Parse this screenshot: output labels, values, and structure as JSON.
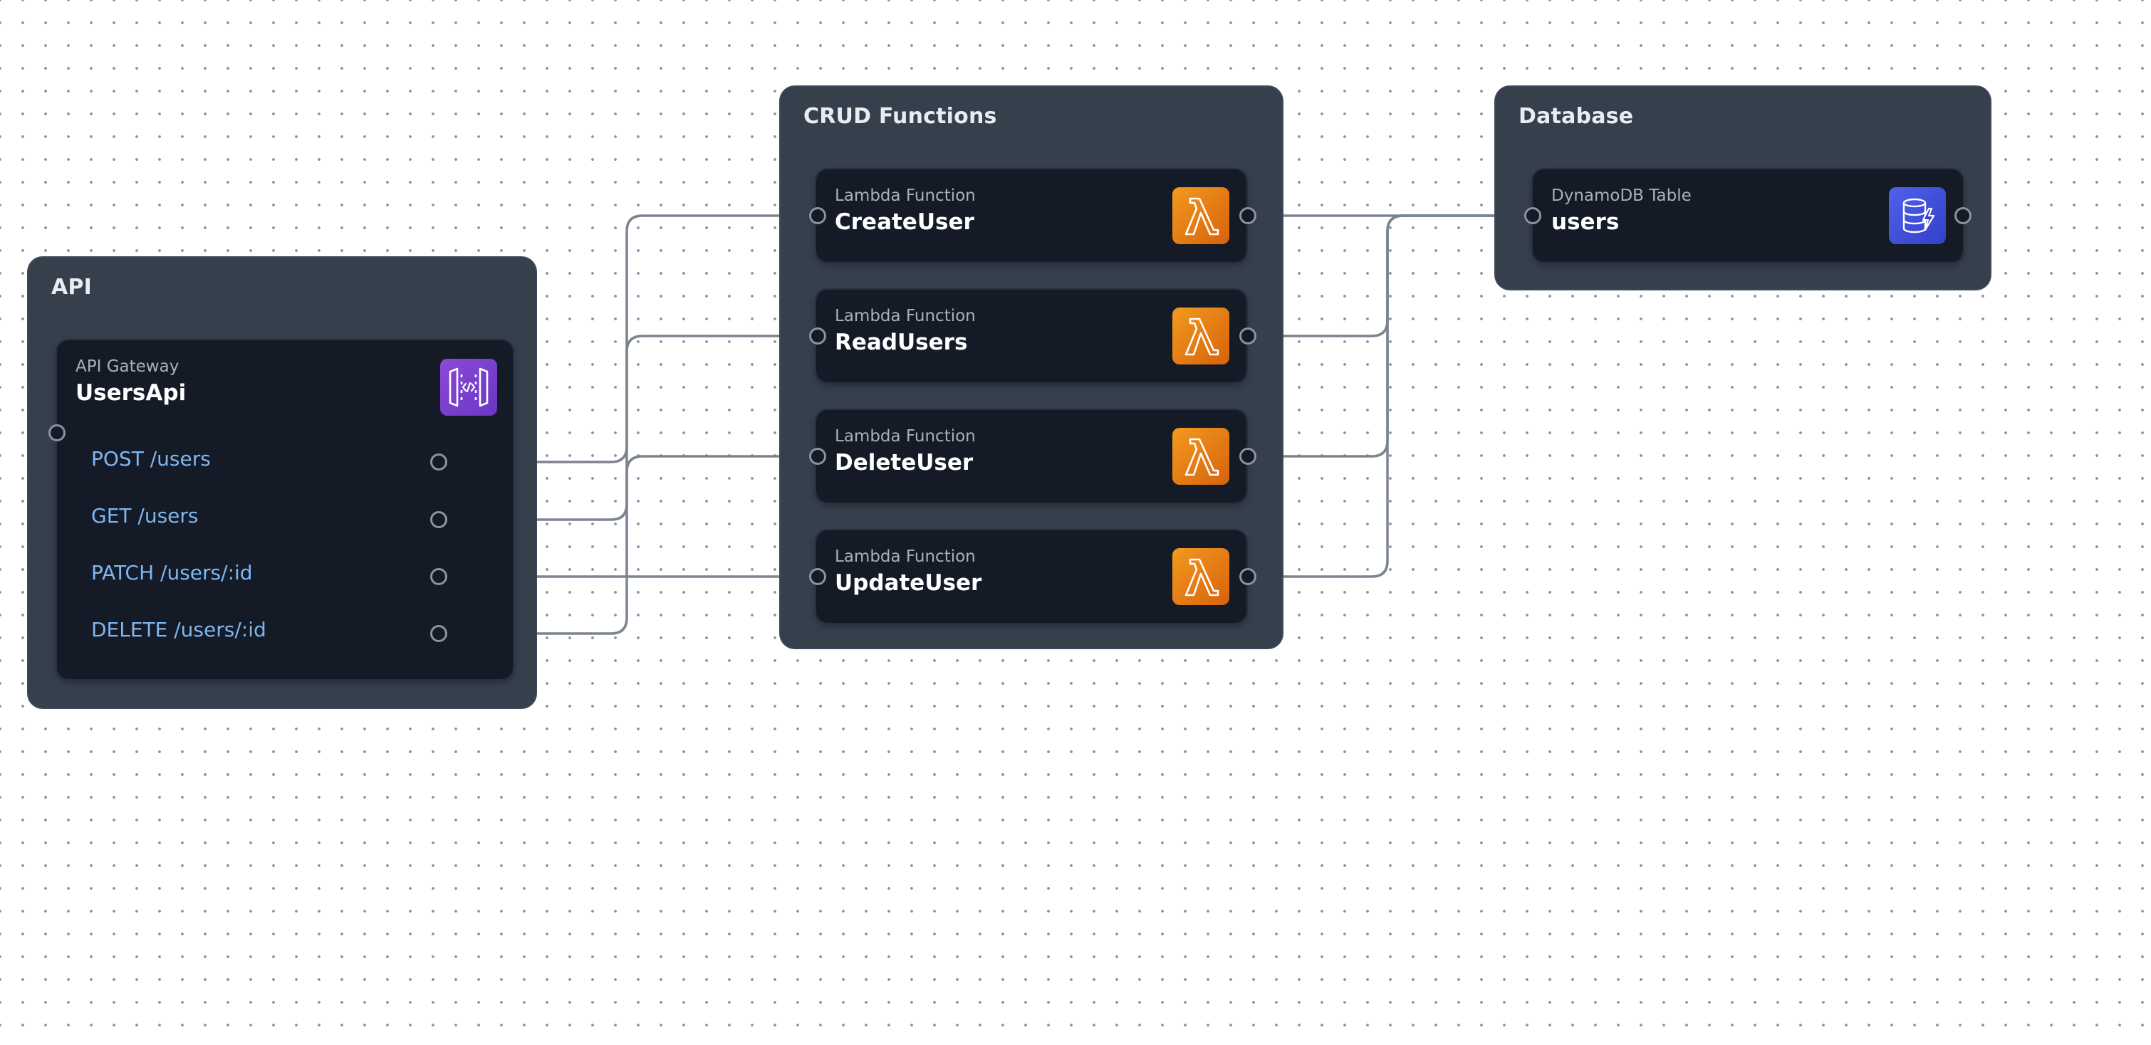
{
  "groups": {
    "api": {
      "title": "API"
    },
    "crud": {
      "title": "CRUD Functions"
    },
    "database": {
      "title": "Database"
    }
  },
  "nodes": {
    "users_api": {
      "type": "API Gateway",
      "name": "UsersApi",
      "icon": "api-gateway-icon",
      "routes": [
        "POST /users",
        "GET /users",
        "PATCH /users/:id",
        "DELETE /users/:id"
      ]
    },
    "create_user": {
      "type": "Lambda Function",
      "name": "CreateUser",
      "icon": "lambda-icon"
    },
    "read_users": {
      "type": "Lambda Function",
      "name": "ReadUsers",
      "icon": "lambda-icon"
    },
    "delete_user": {
      "type": "Lambda Function",
      "name": "DeleteUser",
      "icon": "lambda-icon"
    },
    "update_user": {
      "type": "Lambda Function",
      "name": "UpdateUser",
      "icon": "lambda-icon"
    },
    "users_table": {
      "type": "DynamoDB Table",
      "name": "users",
      "icon": "dynamodb-icon"
    }
  },
  "edges": [
    {
      "from": "POST /users",
      "to": "CreateUser"
    },
    {
      "from": "GET /users",
      "to": "ReadUsers"
    },
    {
      "from": "PATCH /users/:id",
      "to": "UpdateUser"
    },
    {
      "from": "DELETE /users/:id",
      "to": "DeleteUser"
    },
    {
      "from": "CreateUser",
      "to": "users"
    },
    {
      "from": "ReadUsers",
      "to": "users"
    },
    {
      "from": "DeleteUser",
      "to": "users"
    },
    {
      "from": "UpdateUser",
      "to": "users"
    }
  ],
  "colors": {
    "canvas": "#ffffff",
    "grid_dot": "#8e949b",
    "group_bg": "#363f4c",
    "node_bg": "#141b27",
    "route_text": "#7fb6f0",
    "edge": "#7b848f",
    "lambda": "#ed7f14",
    "api_gateway": "#7a42d2",
    "dynamodb": "#4150e0"
  }
}
